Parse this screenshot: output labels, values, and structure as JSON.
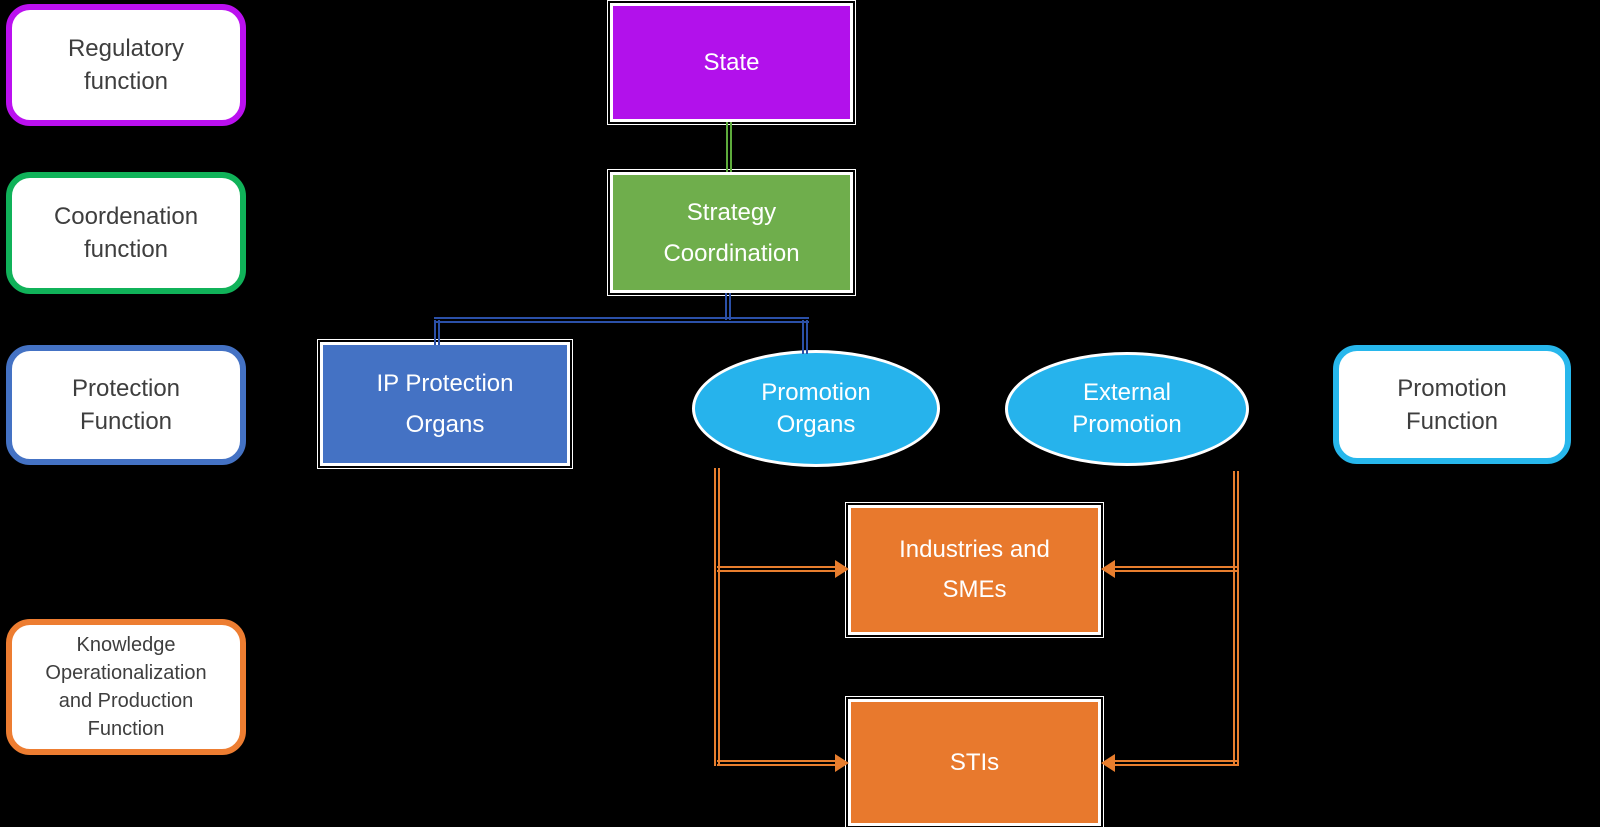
{
  "background_color": "#000000",
  "function_legend": {
    "regulatory": {
      "line1": "Regulatory",
      "line2": "function",
      "border_color": "#BB10F0"
    },
    "coordenation": {
      "line1": "Coordenation",
      "line2": "function",
      "border_color": "#10B259"
    },
    "protection": {
      "line1": "Protection",
      "line2": "Function",
      "border_color": "#4472C4"
    },
    "knowledge": {
      "line1": "Knowledge",
      "line2": "Operationalization",
      "line3": "and Production",
      "line4": "Function",
      "border_color": "#ED7D31"
    },
    "promotion": {
      "line1": "Promotion",
      "line2": "Function",
      "border_color": "#27B7EC"
    }
  },
  "nodes": {
    "state": {
      "label": "State",
      "fill_color": "#B211EB"
    },
    "strategy_coordination": {
      "line1": "Strategy",
      "line2": "Coordination",
      "fill_color": "#6FAE4C"
    },
    "ip_protection_organs": {
      "line1": "IP Protection",
      "line2": "Organs",
      "fill_color": "#4472C4"
    },
    "promotion_organs": {
      "line1": "Promotion",
      "line2": "Organs",
      "fill_color": "#26B3EC"
    },
    "external_promotion": {
      "line1": "External",
      "line2": "Promotion",
      "fill_color": "#26B3EC"
    },
    "industries_smes": {
      "line1": "Industries and",
      "line2": "SMEs",
      "fill_color": "#E8792D"
    },
    "stis": {
      "label": "STIs",
      "fill_color": "#E8792D"
    }
  },
  "connector_colors": {
    "state_to_strategy": "#5EAC3C",
    "strategy_to_children": "#2B50A8",
    "promotion_to_targets": "#E87E2E"
  }
}
